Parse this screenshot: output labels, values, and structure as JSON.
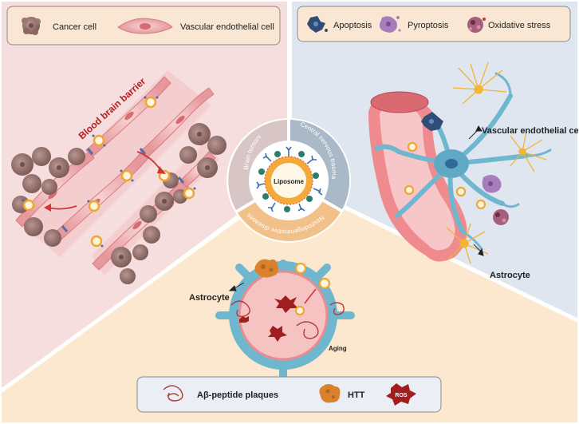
{
  "legend_top_left": {
    "cancer_cell": "Cancer cell",
    "vascular_endothelial_cell": "Vascular endothelial cell"
  },
  "legend_top_right": {
    "apoptosis": "Apoptosis",
    "pyroptosis": "Pyroptosis",
    "oxidative_stress": "Oxidative stress"
  },
  "legend_bottom": {
    "ab_plaques": "Aβ-peptide plaques",
    "htt": "HTT",
    "ros": "ROS"
  },
  "panels": {
    "left": {
      "label": "Blood brain barrier"
    },
    "right": {
      "label_vascular": "Vascular endothelial cell",
      "label_astrocyte": "Astrocyte"
    },
    "bottom": {
      "label_astrocyte": "Astrocyte",
      "label_aging": "Aging"
    }
  },
  "center": {
    "core_label": "Liposome",
    "ring_labels": [
      "Brain tumors",
      "Central nervous trauma",
      "Neurodegenerative diseases"
    ]
  },
  "colors": {
    "left_bg": "#f6dede",
    "right_bg": "#dfe6f0",
    "bottom_bg": "#fbe8cf",
    "ring_tumor": "#d8c6c6",
    "ring_trauma": "#a9b9c8",
    "ring_neuro": "#f2c089",
    "astro": "#f2b535",
    "vessel_wall": "#f0a7a7",
    "neuron": "#6fb7cf",
    "cancer": "#9c7772"
  }
}
